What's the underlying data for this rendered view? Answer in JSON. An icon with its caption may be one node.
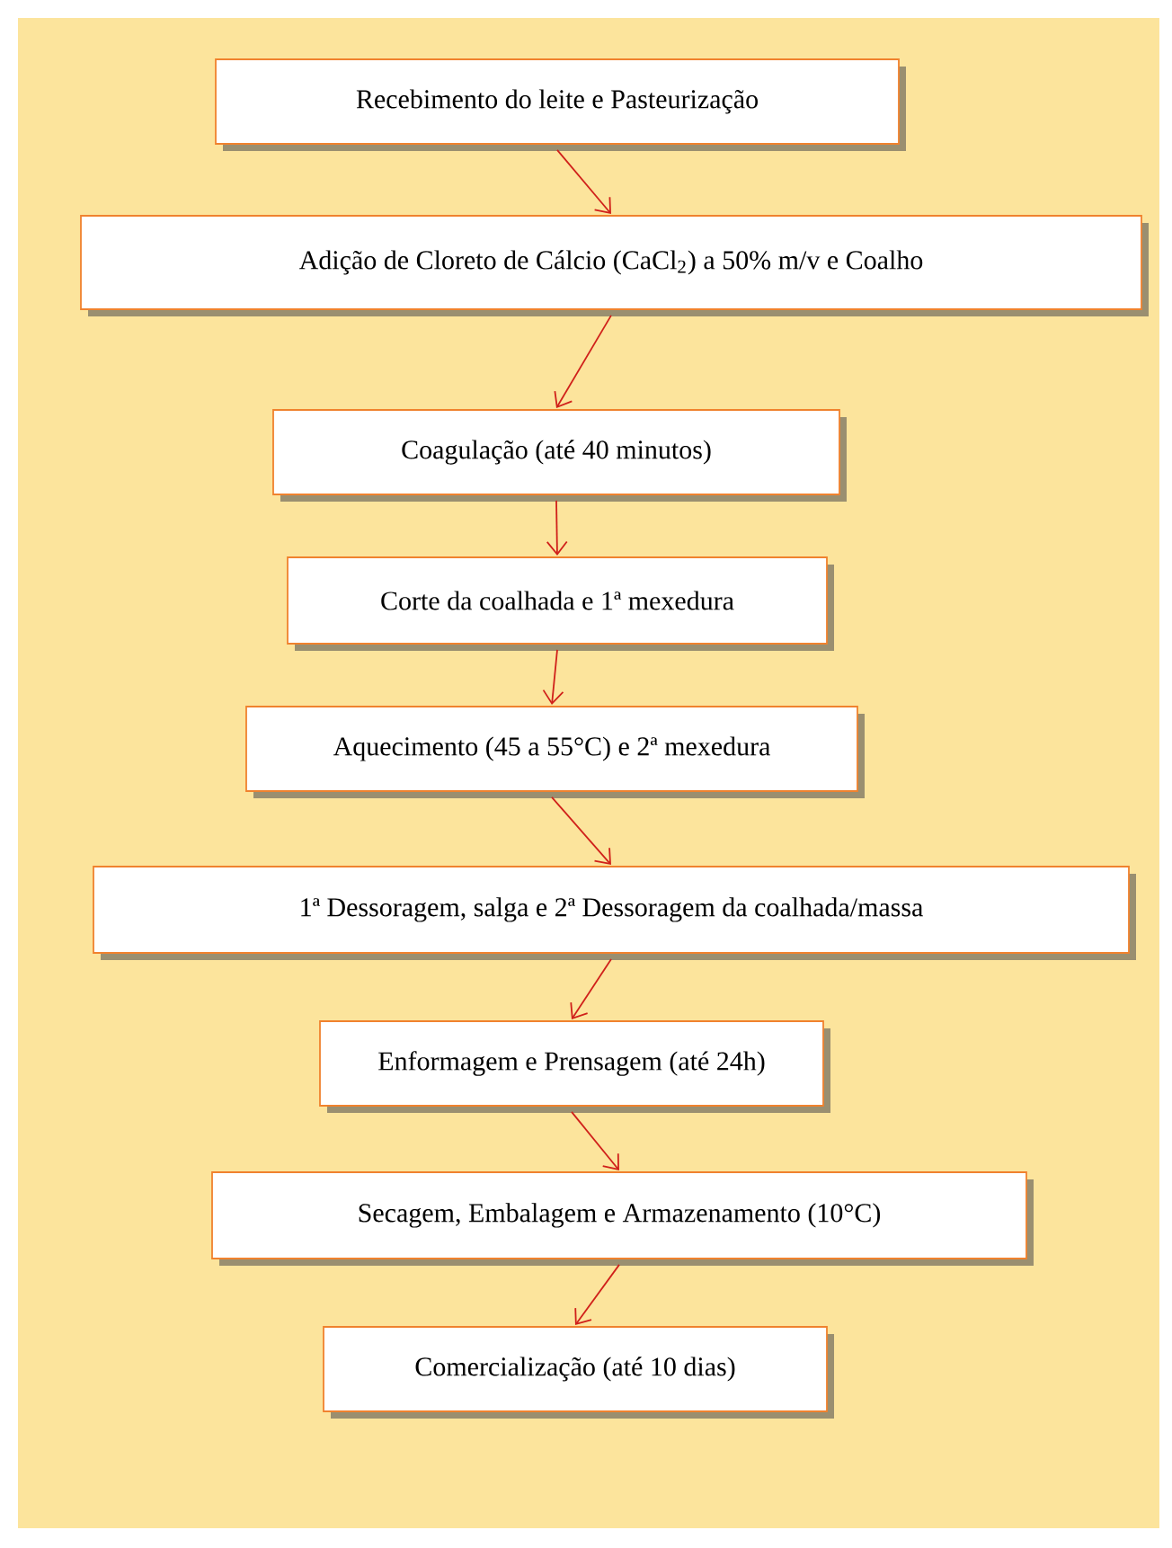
{
  "diagram": {
    "nodes": [
      {
        "text": [
          "Recebimento do leite e Pasteurização"
        ]
      },
      {
        "text": [
          "Adição de Cloreto de Cálcio (CaCl$_{2}$) a 50% m/v e Coalho"
        ]
      },
      {
        "text": [
          "Coagulação (até 40 minutos)"
        ]
      },
      {
        "text": [
          "Corte da coalhada e 1ª mexedura"
        ]
      },
      {
        "text": [
          "Aquecimento (45 a 55°C) e 2ª mexedura"
        ]
      },
      {
        "text": [
          "1ª Dessoragem, salga e 2ª Dessoragem da coalhada/massa"
        ]
      },
      {
        "text": [
          "Enformagem e Prensagem (até 24h)"
        ]
      },
      {
        "text": [
          "Secagem, Embalagem e Armazenamento (10°C)"
        ]
      },
      {
        "text": [
          "Comercialização (até 10 dias)"
        ]
      }
    ],
    "edges": [
      {
        "from": 0,
        "to": 1,
        "arrow": "to"
      },
      {
        "from": 1,
        "to": 2,
        "arrow": "to"
      },
      {
        "from": 2,
        "to": 3,
        "arrow": "to"
      },
      {
        "from": 3,
        "to": 4,
        "arrow": "to"
      },
      {
        "from": 4,
        "to": 5,
        "arrow": "to"
      },
      {
        "from": 5,
        "to": 6,
        "arrow": "to"
      },
      {
        "from": 6,
        "to": 7,
        "arrow": "to"
      },
      {
        "from": 7,
        "to": 8,
        "arrow": "to"
      }
    ]
  }
}
